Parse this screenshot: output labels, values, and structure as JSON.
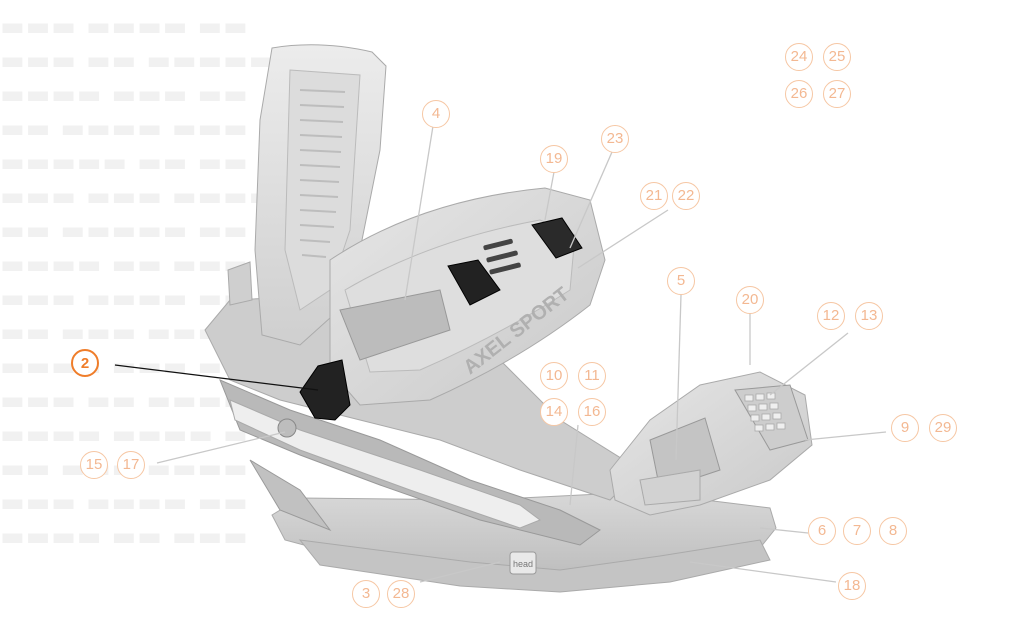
{
  "diagram": {
    "watermark": "AXEL SPORT",
    "brand_tag": "head",
    "accent_color": "#ef7d2a",
    "callout_color": "#f3b892",
    "leader_color": "#c8c8c8",
    "active_leader_color": "#111111",
    "callouts": {
      "c2": "2",
      "c3": "3",
      "c28": "28",
      "c4": "4",
      "c5": "5",
      "c6": "6",
      "c7": "7",
      "c8": "8",
      "c9": "9",
      "c29": "29",
      "c10": "10",
      "c11": "11",
      "c12": "12",
      "c13": "13",
      "c14": "14",
      "c16": "16",
      "c15": "15",
      "c17": "17",
      "c18": "18",
      "c19": "19",
      "c20": "20",
      "c21": "21",
      "c22": "22",
      "c23": "23",
      "c24": "24",
      "c25": "25",
      "c26": "26",
      "c27": "27"
    },
    "active_callout": "2"
  }
}
